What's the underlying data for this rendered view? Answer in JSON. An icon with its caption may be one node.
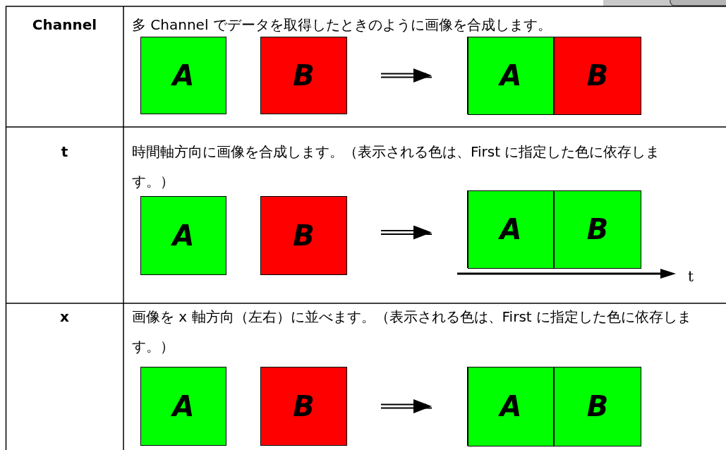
{
  "diagram": {
    "nodes": [
      {
        "text": [
          "A"
        ]
      },
      {
        "text": [
          "B"
        ]
      },
      {
        "text": [],
        "shape": "box"
      },
      {
        "text": [
          "A"
        ],
        "in": 2
      },
      {
        "text": [
          "B"
        ],
        "in": 2
      },
      {
        "text": [
          "A"
        ]
      },
      {
        "text": [
          "B"
        ]
      },
      {
        "text": [],
        "shape": "box"
      },
      {
        "text": [
          "A"
        ],
        "in": 7
      },
      {
        "text": [
          "B"
        ],
        "in": 7
      },
      {
        "text": [
          "A"
        ]
      },
      {
        "text": [
          "B"
        ]
      },
      {
        "text": [],
        "shape": "box"
      },
      {
        "text": [
          "A"
        ],
        "in": 12
      },
      {
        "text": [
          "B"
        ],
        "in": 12
      }
    ],
    "edges": [
      {
        "from": 1,
        "to": 2,
        "arrow": "to"
      },
      {
        "from": 6,
        "to": 7,
        "arrow": "to"
      },
      {
        "from": 11,
        "to": 12,
        "arrow": "to"
      }
    ],
    "labels": [
      "Channel",
      "多 Channel でデータを取得したときのように画像を合成します。",
      "t",
      "時間軸方向に画像を合成します。（表示される色は、First に指定した色に依存します。）",
      "t",
      "x",
      "画像を x 軸方向（左右）に並べます。（表示される色は、First に指定した色に依存します。）"
    ]
  }
}
